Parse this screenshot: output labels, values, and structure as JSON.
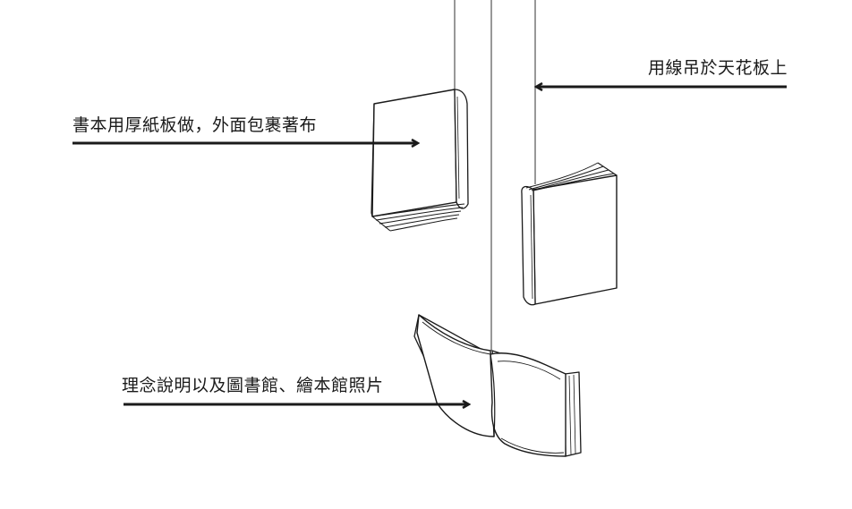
{
  "annotations": {
    "hang_label": "用線吊於天花板上",
    "cover_label": "書本用厚紙板做，外面包裹著布",
    "open_book_label": "理念說明以及圖書館、繪本館照片"
  },
  "colors": {
    "ink": "#1a1a1a",
    "background": "#ffffff"
  }
}
